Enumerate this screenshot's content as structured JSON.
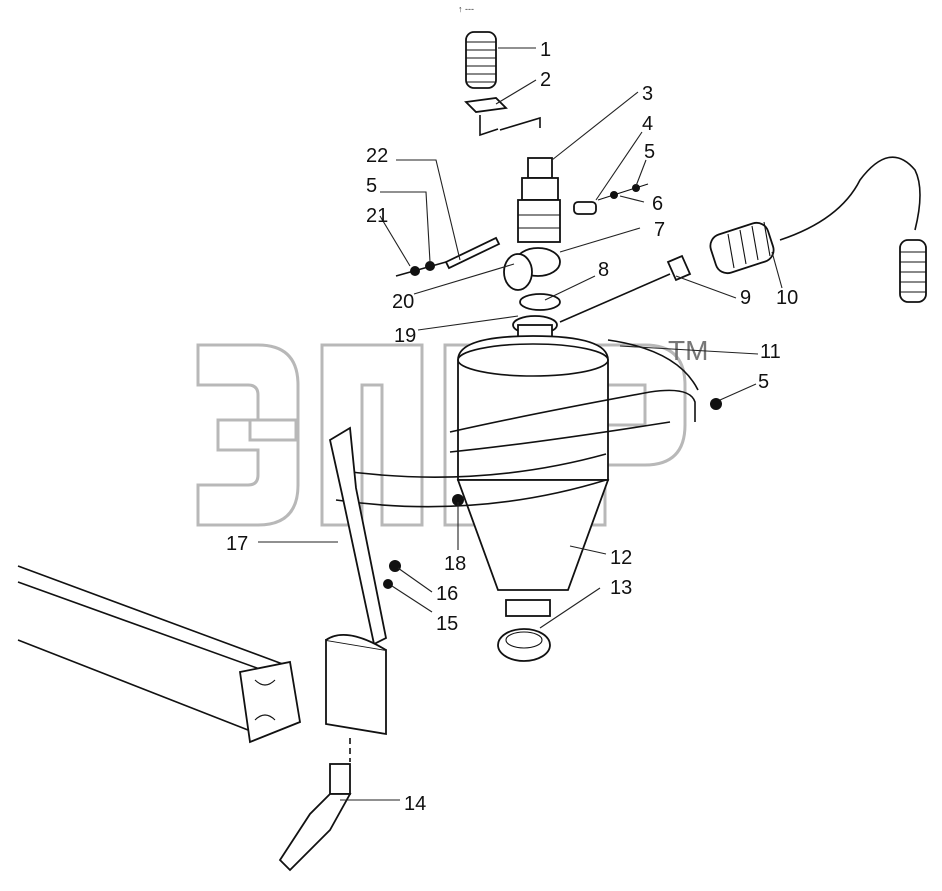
{
  "diagram": {
    "header_mark": "↑ ---",
    "trademark": "TM",
    "callouts": [
      "1",
      "2",
      "3",
      "4",
      "5",
      "6",
      "7",
      "8",
      "9",
      "10",
      "11",
      "5",
      "12",
      "13",
      "14",
      "15",
      "16",
      "17",
      "18",
      "19",
      "20",
      "21",
      "5",
      "22"
    ]
  }
}
